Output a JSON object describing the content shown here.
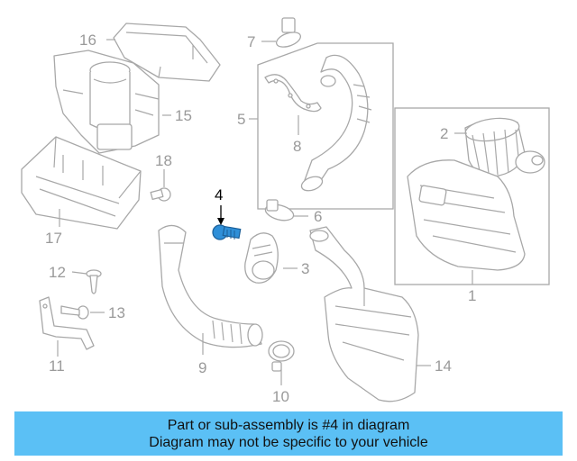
{
  "diagram": {
    "callouts": {
      "c1": "1",
      "c2": "2",
      "c3": "3",
      "c4": "4",
      "c5": "5",
      "c6": "6",
      "c7": "7",
      "c8": "8",
      "c9": "9",
      "c10": "10",
      "c11": "11",
      "c12": "12",
      "c13": "13",
      "c14": "14",
      "c15": "15",
      "c16": "16",
      "c17": "17",
      "c18": "18"
    },
    "highlighted_part": "4",
    "highlight_color": "#2f8fd8",
    "part_color": "#a8a8a8"
  },
  "banner": {
    "line1": "Part or sub-assembly is #4 in diagram",
    "line2": "Diagram may not be specific to your vehicle",
    "background": "#5bc0f5"
  }
}
